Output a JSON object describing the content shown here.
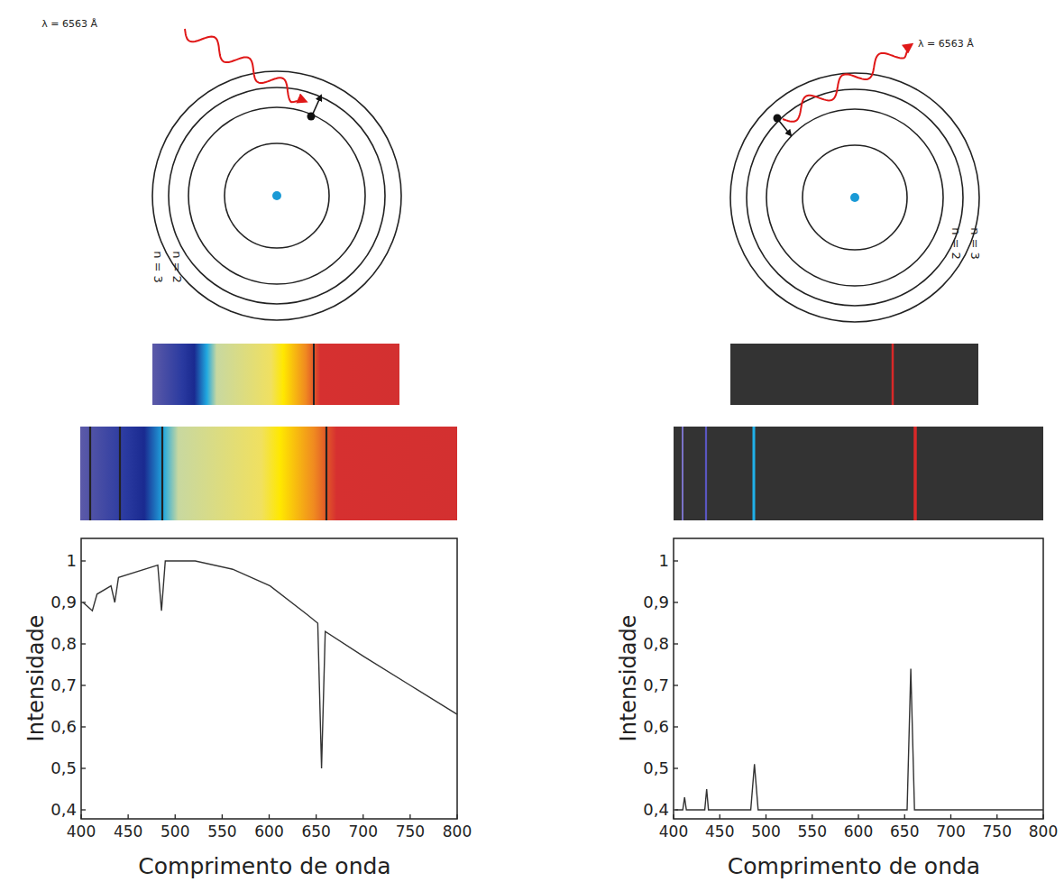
{
  "diagram": {
    "labels": [
      "λ = 6563 Å",
      "n = 3",
      "n = 2",
      "1",
      "0,9",
      "0,8",
      "0,7",
      "0,6",
      "0,5",
      "0,4",
      "Intensidade",
      "400",
      "450",
      "500",
      "550",
      "600",
      "650",
      "700",
      "750",
      "800",
      "Comprimento de onda",
      "λ = 6563 Å",
      "n = 2",
      "n = 3",
      "1",
      "0,9",
      "0,8",
      "0,7",
      "0,6",
      "0,5",
      "0,4",
      "Intensidade",
      "400",
      "450",
      "500",
      "550",
      "600",
      "650",
      "700",
      "750",
      "800",
      "Comprimento de onda"
    ]
  }
}
